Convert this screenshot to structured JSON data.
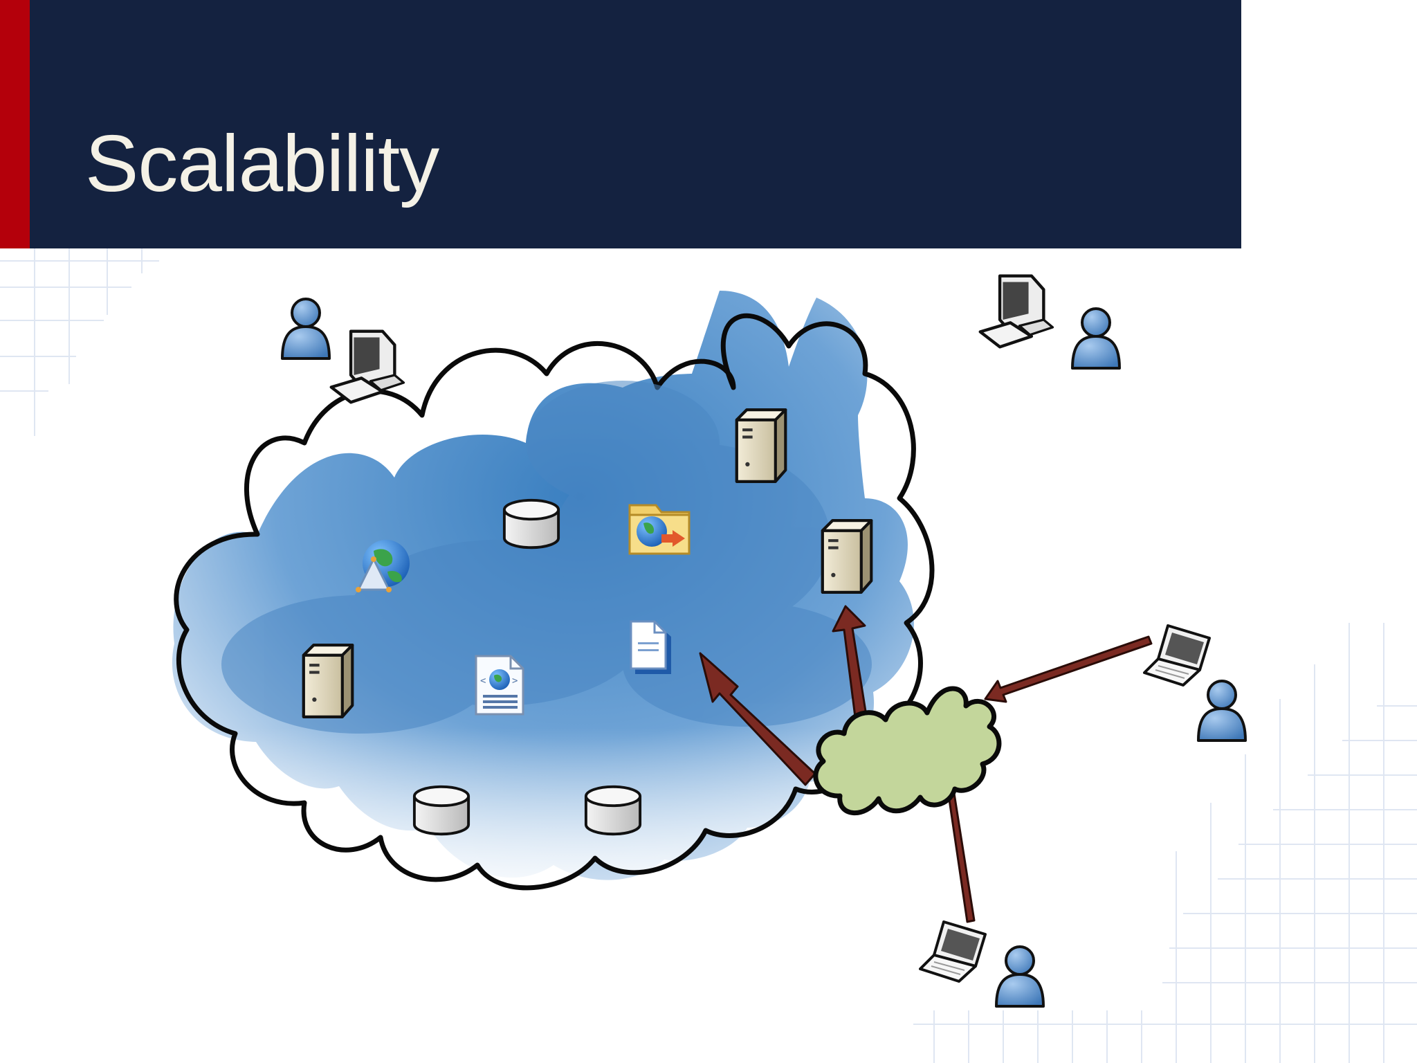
{
  "slide": {
    "title": "Scalability"
  },
  "colors": {
    "header_bg": "#142240",
    "header_accent": "#b4000b",
    "title_text": "#f4f1e6",
    "cloud_light": "#e9f1fa",
    "cloud_dark": "#3f82c2",
    "gateway_cloud": "#c3d69b",
    "arrow": "#7b2a22",
    "user_figure": "#5b8fc8",
    "server_body": "#ded6bd"
  },
  "diagram": {
    "cloud_components": [
      {
        "kind": "server",
        "icon": "server-icon"
      },
      {
        "kind": "server",
        "icon": "server-icon"
      },
      {
        "kind": "server",
        "icon": "server-icon"
      },
      {
        "kind": "database",
        "icon": "database-icon"
      },
      {
        "kind": "database",
        "icon": "database-icon"
      },
      {
        "kind": "database",
        "icon": "database-icon"
      },
      {
        "kind": "web-folder",
        "icon": "globe-folder-icon"
      },
      {
        "kind": "web-service",
        "icon": "globe-service-icon"
      },
      {
        "kind": "web-page",
        "icon": "web-document-icon"
      },
      {
        "kind": "document",
        "icon": "document-icon"
      }
    ],
    "clients": [
      {
        "device": "desktop-computer-icon",
        "user": "user-icon"
      },
      {
        "device": "desktop-computer-icon",
        "user": "user-icon"
      },
      {
        "device": "laptop-icon",
        "user": "user-icon"
      },
      {
        "device": "laptop-icon",
        "user": "user-icon"
      }
    ],
    "gateway": {
      "icon": "gateway-cloud-icon"
    },
    "arrows": [
      {
        "from": "gateway",
        "to": "document"
      },
      {
        "from": "gateway",
        "to": "server"
      },
      {
        "from": "laptop-right",
        "to": "gateway"
      },
      {
        "from": "laptop-bottom",
        "to": "gateway"
      }
    ]
  }
}
